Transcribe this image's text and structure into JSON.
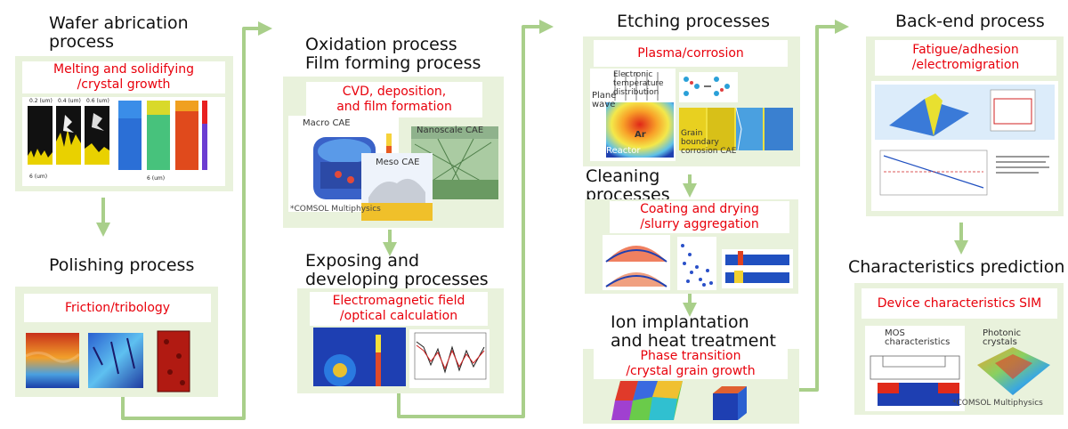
{
  "steps": {
    "wafer": {
      "title": "Wafer abrication\nprocess",
      "tag": "Melting and solidifying\n/crystal growth",
      "fig_labels": [
        "0.2 (um)",
        "0.4 (um)",
        "0.6 (um)",
        "6 (um)",
        "6 (um)"
      ]
    },
    "polishing": {
      "title": "Polishing process",
      "tag": "Friction/tribology"
    },
    "oxidation": {
      "title": "Oxidation process\nFilm forming process",
      "tag": "CVD, deposition,\nand film formation",
      "macro": "Macro CAE",
      "meso": "Meso CAE",
      "nano": "Nanoscale CAE",
      "comsol": "*COMSOL Multiphysics"
    },
    "exposing": {
      "title": "Exposing and\ndeveloping processes",
      "tag": "Electromagnetic field\n/optical calculation"
    },
    "etching": {
      "title": "Etching processes",
      "tag": "Plasma/corrosion",
      "electronic": "Electronic\ntemperature\ndistribution",
      "plane_wave": "Plane\nwave",
      "ar": "Ar",
      "reactor": "Reactor",
      "grain": "Grain\nboundary\ncorrosion CAE"
    },
    "cleaning": {
      "title": "Cleaning\nprocesses",
      "tag": "Coating and drying\n/slurry aggregation"
    },
    "ion": {
      "title": "Ion implantation\nand heat treatment",
      "tag": "Phase transition\n/crystal grain growth"
    },
    "backend": {
      "title": "Back-end process",
      "tag": "Fatigue/adhesion\n/electromigration"
    },
    "characteristics": {
      "title": "Characteristics prediction",
      "tag": "Device characteristics SIM",
      "mos": "MOS\ncharacteristics",
      "photonic": "Photonic\ncrystals",
      "comsol": "*COMSOL Multiphysics"
    }
  },
  "colors": {
    "arrow": "#a9cf8a",
    "panel": "#e9f2dc",
    "tag_text": "#e8000b"
  }
}
